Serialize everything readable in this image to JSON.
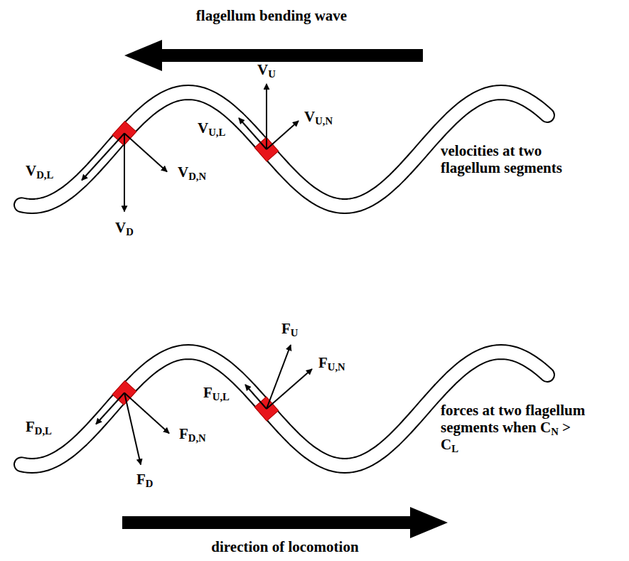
{
  "diagram": {
    "labels": [
      "flagellum bending wave",
      "VU",
      "VU,N",
      "VU,L",
      "VD,L",
      "VD,N",
      "VD",
      "velocities at two flagellum segments",
      "FU",
      "FU,N",
      "FU,L",
      "FD,L",
      "FD,N",
      "FD",
      "forces at two flagellum segments when CN > CL",
      "direction of locomotion"
    ]
  }
}
